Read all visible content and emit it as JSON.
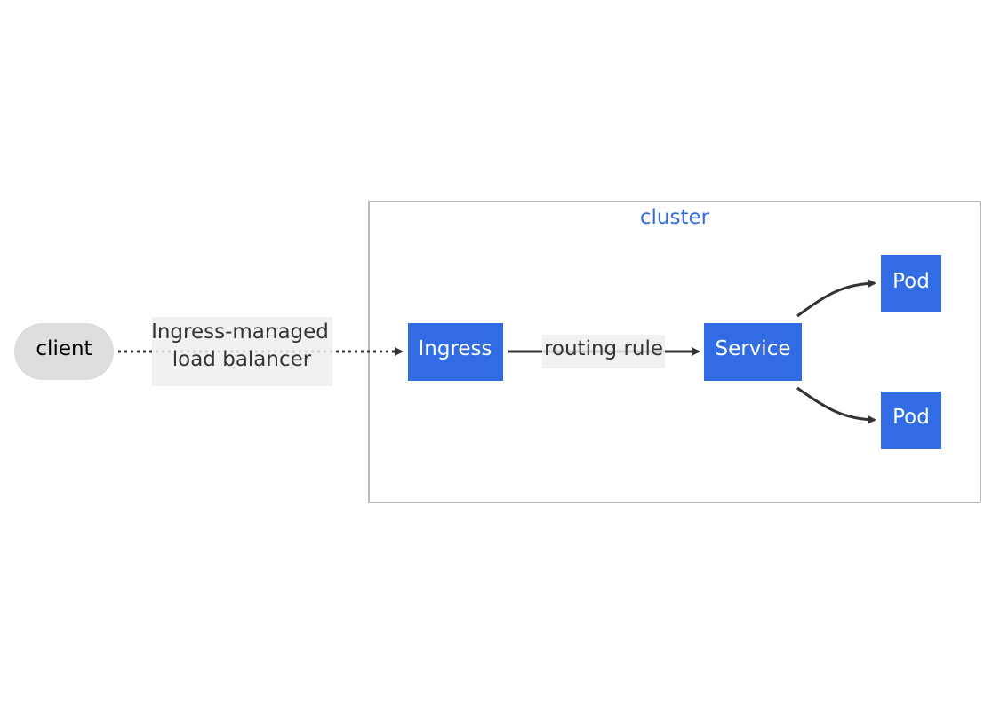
{
  "diagram": {
    "cluster": {
      "label": "cluster"
    },
    "nodes": {
      "client": {
        "label": "client"
      },
      "ingress": {
        "label": "Ingress"
      },
      "service": {
        "label": "Service"
      },
      "pod1": {
        "label": "Pod"
      },
      "pod2": {
        "label": "Pod"
      }
    },
    "edges": {
      "client_to_ingress": {
        "label_line1": "Ingress-managed",
        "label_line2": "load balancer",
        "style": "dotted"
      },
      "ingress_to_service": {
        "label": "routing rule",
        "style": "solid"
      },
      "service_to_pod1": {
        "style": "solid"
      },
      "service_to_pod2": {
        "style": "solid"
      }
    },
    "colors": {
      "k8s_blue": "#326ce5",
      "node_text": "#ffffff",
      "client_fill": "#dddddd",
      "cluster_border": "#bbbbbb",
      "edge": "#333333",
      "edge_label_bg": "#eeeeee"
    }
  }
}
